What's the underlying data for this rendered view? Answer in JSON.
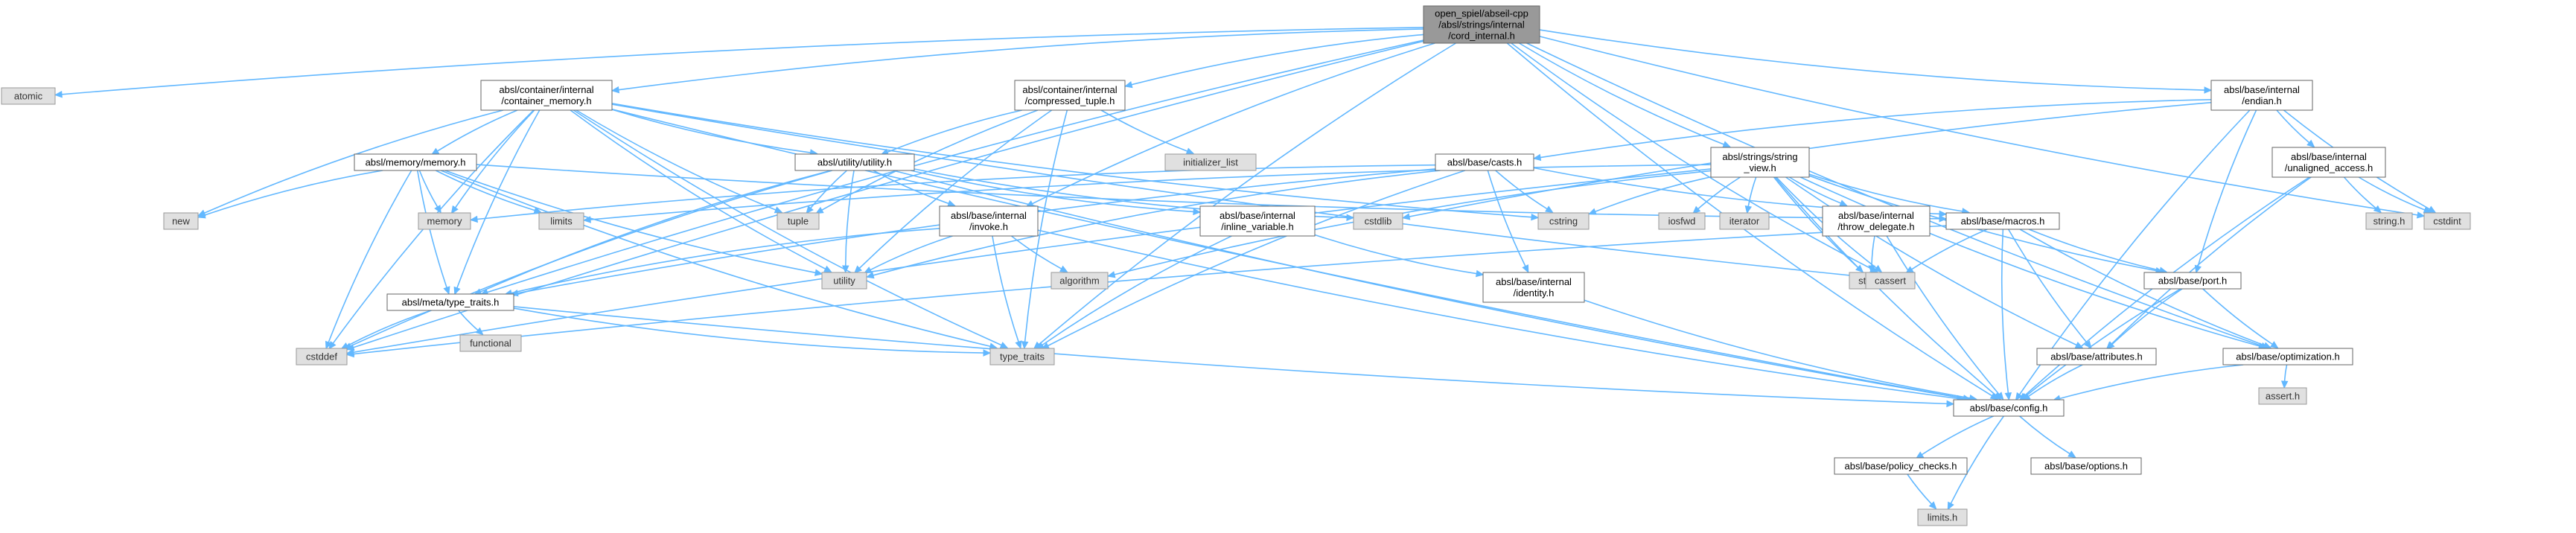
{
  "colors": {
    "edge": "#63b8ff",
    "root_fill": "#999999",
    "sys_fill": "#e0e0e0",
    "file_fill": "#ffffff"
  },
  "nodes": {
    "root": {
      "lines": [
        "open_spiel/abseil-cpp",
        "/absl/strings/internal",
        "/cord_internal.h"
      ]
    },
    "atomic": {
      "lines": [
        "atomic"
      ]
    },
    "container_memory": {
      "lines": [
        "absl/container/internal",
        "/container_memory.h"
      ]
    },
    "compressed_tuple": {
      "lines": [
        "absl/container/internal",
        "/compressed_tuple.h"
      ]
    },
    "endian": {
      "lines": [
        "absl/base/internal",
        "/endian.h"
      ]
    },
    "memory_h": {
      "lines": [
        "absl/memory/memory.h"
      ]
    },
    "utility_h": {
      "lines": [
        "absl/utility/utility.h"
      ]
    },
    "initializer_list": {
      "lines": [
        "initializer_list"
      ]
    },
    "casts": {
      "lines": [
        "absl/base/casts.h"
      ]
    },
    "string_view": {
      "lines": [
        "absl/strings/string",
        "_view.h"
      ]
    },
    "unaligned_access": {
      "lines": [
        "absl/base/internal",
        "/unaligned_access.h"
      ]
    },
    "new": {
      "lines": [
        "new"
      ]
    },
    "memory": {
      "lines": [
        "memory"
      ]
    },
    "limits": {
      "lines": [
        "limits"
      ]
    },
    "tuple": {
      "lines": [
        "tuple"
      ]
    },
    "cstdlib": {
      "lines": [
        "cstdlib"
      ]
    },
    "cstring": {
      "lines": [
        "cstring"
      ]
    },
    "iosfwd": {
      "lines": [
        "iosfwd"
      ]
    },
    "iterator": {
      "lines": [
        "iterator"
      ]
    },
    "string_h": {
      "lines": [
        "string.h"
      ]
    },
    "cstdint": {
      "lines": [
        "cstdint"
      ]
    },
    "invoke": {
      "lines": [
        "absl/base/internal",
        "/invoke.h"
      ]
    },
    "inline_variable": {
      "lines": [
        "absl/base/internal",
        "/inline_variable.h"
      ]
    },
    "throw_delegate": {
      "lines": [
        "absl/base/internal",
        "/throw_delegate.h"
      ]
    },
    "macros": {
      "lines": [
        "absl/base/macros.h"
      ]
    },
    "utility": {
      "lines": [
        "utility"
      ]
    },
    "algorithm": {
      "lines": [
        "algorithm"
      ]
    },
    "identity": {
      "lines": [
        "absl/base/internal",
        "/identity.h"
      ]
    },
    "string": {
      "lines": [
        "string"
      ]
    },
    "cassert": {
      "lines": [
        "cassert"
      ]
    },
    "port": {
      "lines": [
        "absl/base/port.h"
      ]
    },
    "type_traits_h": {
      "lines": [
        "absl/meta/type_traits.h"
      ]
    },
    "functional": {
      "lines": [
        "functional"
      ]
    },
    "cstddef": {
      "lines": [
        "cstddef"
      ]
    },
    "type_traits": {
      "lines": [
        "type_traits"
      ]
    },
    "attributes": {
      "lines": [
        "absl/base/attributes.h"
      ]
    },
    "optimization": {
      "lines": [
        "absl/base/optimization.h"
      ]
    },
    "assert_h": {
      "lines": [
        "assert.h"
      ]
    },
    "config": {
      "lines": [
        "absl/base/config.h"
      ]
    },
    "policy_checks": {
      "lines": [
        "absl/base/policy_checks.h"
      ]
    },
    "options": {
      "lines": [
        "absl/base/options.h"
      ]
    },
    "limits_h": {
      "lines": [
        "limits.h"
      ]
    }
  }
}
